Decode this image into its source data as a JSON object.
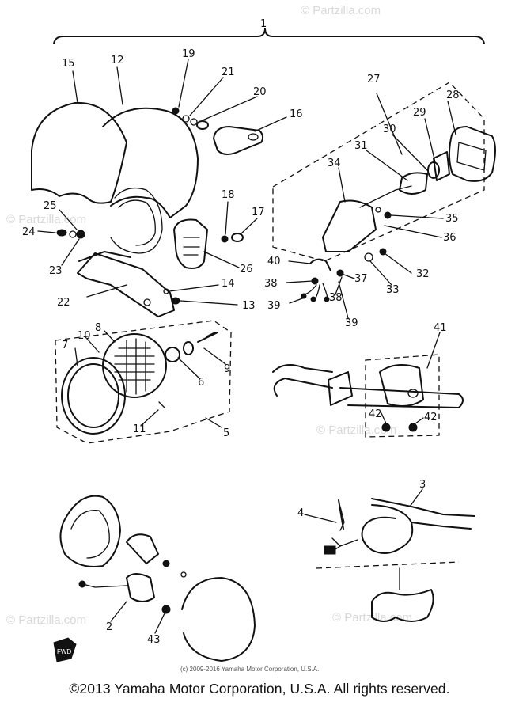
{
  "diagram": {
    "top_group_label": "1",
    "callouts": {
      "c15": "15",
      "c12": "12",
      "c19": "19",
      "c21": "21",
      "c20": "20",
      "c16": "16",
      "c25": "25",
      "c24": "24",
      "c23": "23",
      "c18": "18",
      "c17": "17",
      "c26": "26",
      "c22": "22",
      "c14": "14",
      "c13": "13",
      "c8": "8",
      "c10": "10",
      "c7": "7",
      "c9": "9",
      "c6": "6",
      "c11": "11",
      "c5": "5",
      "c27": "27",
      "c28": "28",
      "c29": "29",
      "c30": "30",
      "c31": "31",
      "c34": "34",
      "c35": "35",
      "c36": "36",
      "c40": "40",
      "c32": "32",
      "c37": "37",
      "c38a": "38",
      "c33": "33",
      "c38b": "38",
      "c39a": "39",
      "c39b": "39",
      "c41": "41",
      "c42a": "42",
      "c42b": "42",
      "c3": "3",
      "c4": "4",
      "c2": "2",
      "c43": "43"
    },
    "watermark": "© Partzilla.com",
    "fwd_label": "FWD",
    "inner_credit": "(c) 2009-2016 Yamaha Motor Corporation, U.S.A."
  },
  "footer": {
    "copyright": "©2013 Yamaha Motor Corporation, U.S.A. All rights reserved."
  }
}
